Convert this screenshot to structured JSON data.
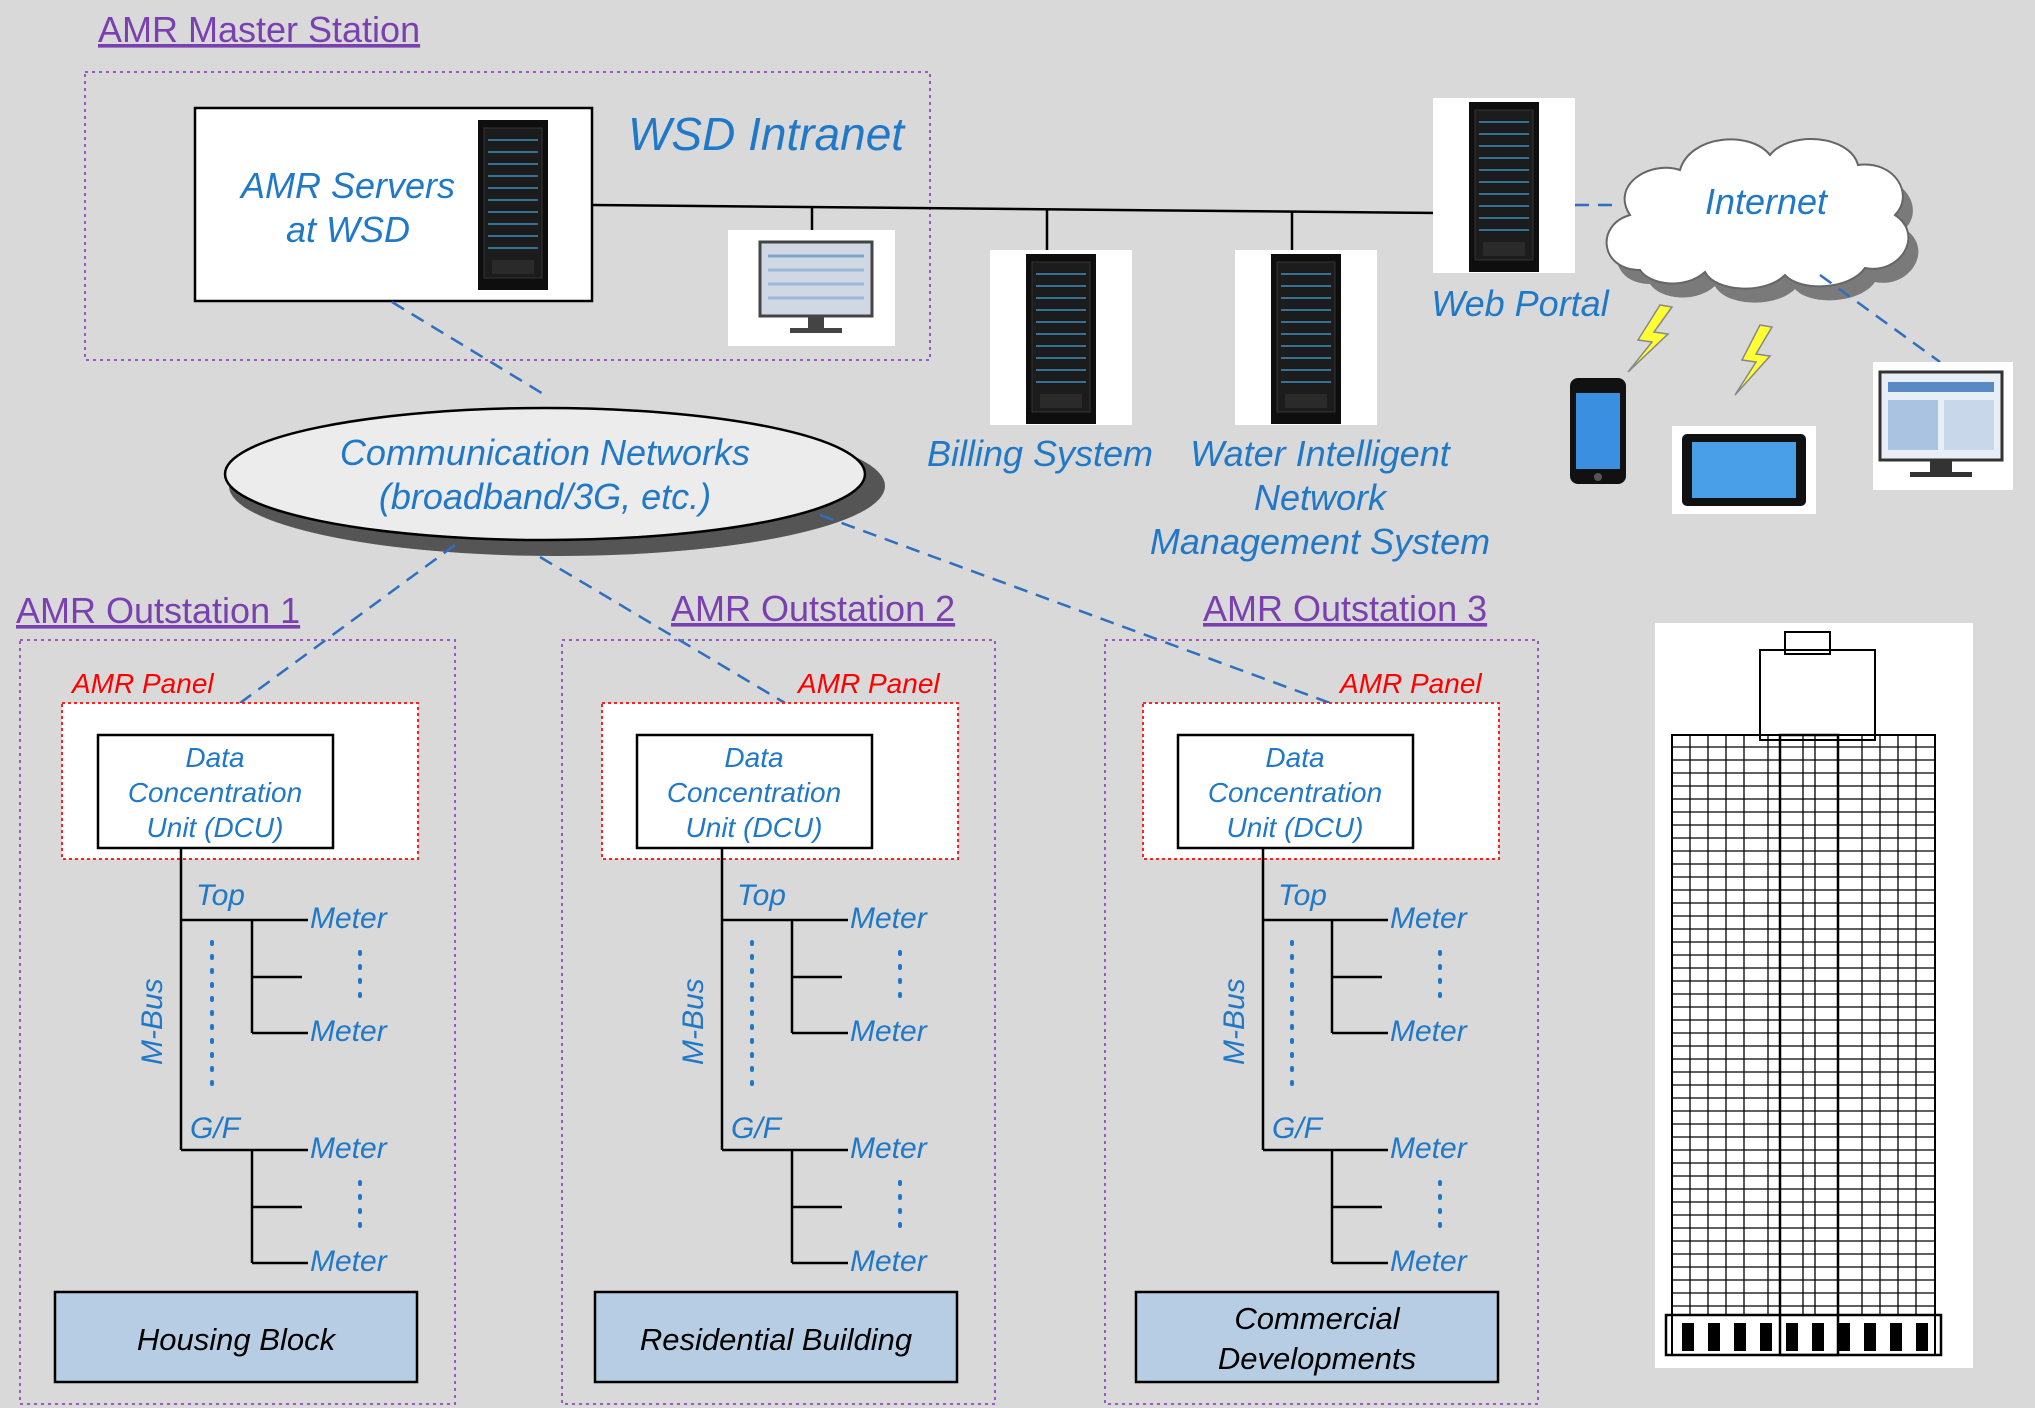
{
  "master": {
    "title": "AMR Master Station",
    "intranet": "WSD Intranet",
    "servers_line1": "AMR Servers",
    "servers_line2": "at WSD"
  },
  "systems": {
    "billing": "Billing System",
    "wins_line1": "Water Intelligent",
    "wins_line2": "Network",
    "wins_line3": "Management System",
    "web_portal": "Web Portal",
    "internet": "Internet"
  },
  "network": {
    "line1": "Communication Networks",
    "line2": "(broadband/3G, etc.)"
  },
  "outstations": [
    {
      "title": "AMR Outstation 1",
      "building_line1": "Housing Block",
      "building_line2": ""
    },
    {
      "title": "AMR Outstation 2",
      "building_line1": "Residential Building",
      "building_line2": ""
    },
    {
      "title": "AMR Outstation 3",
      "building_line1": "Commercial",
      "building_line2": "Developments"
    }
  ],
  "common": {
    "panel": "AMR Panel",
    "dcu_line1": "Data",
    "dcu_line2": "Concentration",
    "dcu_line3": "Unit (DCU)",
    "top": "Top",
    "gf": "G/F",
    "mbus": "M-Bus",
    "meter": "Meter"
  },
  "colors": {
    "label_blue": "#1f78c8",
    "title_purple": "#7a3fb0",
    "panel_red": "#ff0000",
    "building_fill": "#b7cde4"
  }
}
